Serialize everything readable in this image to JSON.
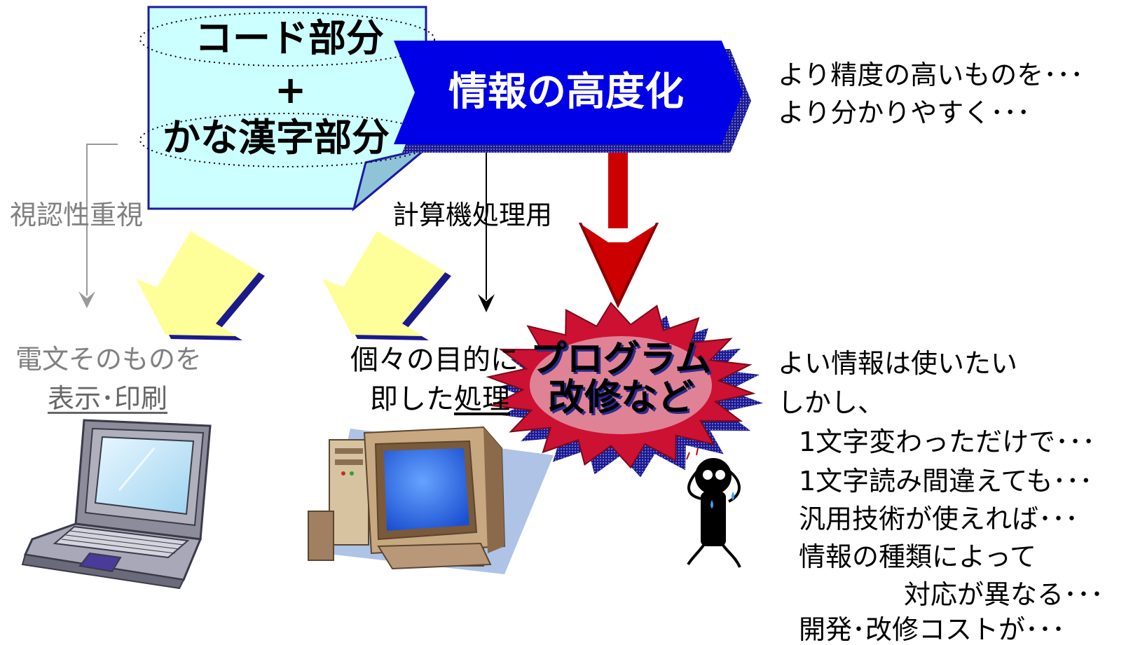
{
  "note": {
    "code_part": "コード部分",
    "plus": "+",
    "kana_kanji_part": "かな漢字部分"
  },
  "banner": {
    "label": "情報の高度化"
  },
  "advanced_info": {
    "lines": [
      "より精度の高いものを･･･",
      "より分かりやすく･･･"
    ]
  },
  "left_branch": {
    "label": "視認性重視",
    "result_line1": "電文そのものを",
    "result_line2": "表示･印刷"
  },
  "middle_branch": {
    "label": "計算機処理用",
    "result_line1": "個々の目的に",
    "result_line2_prefix": "即した",
    "result_line2_underlined": "処理"
  },
  "burst": {
    "line1": "プログラム",
    "line2": "改修など"
  },
  "problems": {
    "intro1": "よい情報は使いたい",
    "intro2": "しかし、",
    "items": [
      "1文字変わっただけで･･･",
      "1文字読み間違えても･･･",
      "汎用技術が使えれば･･･",
      "情報の種類によって",
      "対応が異なる･･･",
      "開発･改修コストが･･･"
    ]
  },
  "colors": {
    "note_fill": "#ccffff",
    "note_border": "#1a1aa6",
    "banner_fill": "#0000e6",
    "red_arrow": "#cc0000",
    "yellow_arrow": "#ffff99",
    "burst_fill": "#cc1133"
  },
  "icons": [
    "laptop-icon",
    "desktop-computer-icon",
    "worried-person-icon"
  ]
}
